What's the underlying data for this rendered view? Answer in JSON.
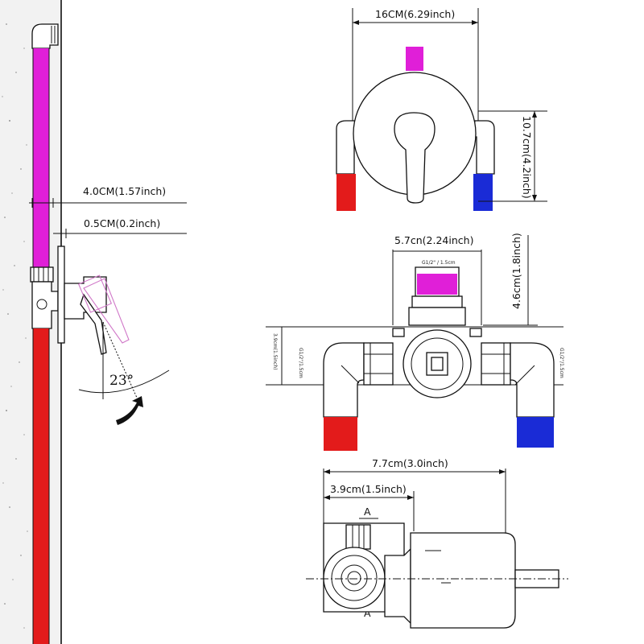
{
  "colors": {
    "hot": "#e31b1b",
    "cold": "#1a2bd6",
    "supply": "#e01fd8",
    "wall": "#f4f4f4",
    "line": "#111111"
  },
  "side_view": {
    "dim_wall_to_pipe": "4.0CM(1.57inch)",
    "dim_offset": "0.5CM(0.2inch)",
    "angle": "23°"
  },
  "front_view": {
    "dim_width": "16CM(6.29inch)",
    "dim_height": "10.7cm(4.2inch)"
  },
  "valve_body_view": {
    "dim_width": "5.7cn(2.24inch)",
    "dim_height": "4.6cm(1.8inch)",
    "dim_left": "3.9cm(1.5inch)",
    "thread_top": "G1/2\" / 1.5cm",
    "thread_left": "G1/2\"/1.5cm",
    "thread_right": "G1/2\"/1.5cm"
  },
  "top_view": {
    "dim_total": "7.7cm(3.0inch)",
    "dim_part": "3.9cm(1.5inch)",
    "section_mark_top": "A",
    "section_mark_bottom": "A"
  }
}
